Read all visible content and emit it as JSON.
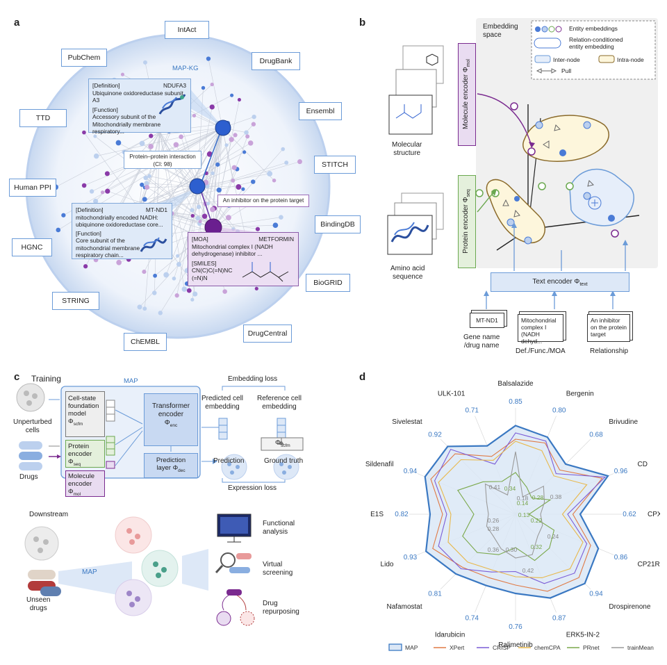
{
  "panels": {
    "a": "a",
    "b": "b",
    "c": "c",
    "d": "d"
  },
  "panel_a": {
    "center_label": "MAP-KG",
    "databases": [
      "IntAct",
      "PubChem",
      "DrugBank",
      "Ensembl",
      "TTD",
      "STITCH",
      "Human PPI",
      "BindingDB",
      "HGNC",
      "BioGRID",
      "STRING",
      "ChEMBL",
      "DrugCentral"
    ],
    "box1": {
      "tag": "NDUFA3",
      "line1": "[Definition]",
      "line2": "Ubiquinone oxidoreductase subunit A3",
      "line3": "[Function]",
      "line4": "Accessory subunit of the",
      "line5": "Mitochondrially membrane",
      "line6": "respiratory..."
    },
    "ppi": {
      "line1": "Protein–protein interaction",
      "line2": "(CI: 98)"
    },
    "inhibitor": "An inhibitor on the protein target",
    "box2": {
      "tag": "MT-ND1",
      "line1": "[Definition]",
      "line2": "mitochondrially encoded NADH:",
      "line3": "ubiquinone oxidoreductase core...",
      "line4": "[Function]",
      "line5": "Core subunit of the",
      "line6": "mitochondrial membrane",
      "line7": "respiratory chain..."
    },
    "box3": {
      "tag": "METFORMIN",
      "line1": "[MOA]",
      "line2": "Mitochondrial complex I (NADH",
      "line3": "dehydrogenase) inhibitor ...",
      "line4": "[SMILES]",
      "line5": "CN(C)C(=N)NC",
      "line6": "(=N)N"
    }
  },
  "panel_b": {
    "embedding_space": "Embedding\nspace",
    "legend": {
      "entity": "Entity embeddings",
      "relation": "Relation-conditioned\nentity embedding",
      "inter": "Inter-node",
      "intra": "Intra-node",
      "pull": "Pull"
    },
    "mol_encoder": "Molecule encoder Φ",
    "mol_sub": "mol",
    "prot_encoder": "Protein encoder Φ",
    "prot_sub": "seq",
    "text_encoder": "Text encoder Φ",
    "text_sub": "text",
    "mol_struct": "Molecular\nstructure",
    "aa_seq": "Amino acid\nsequence",
    "card1": "MT-ND1",
    "card2": "Mitochondrial complex I (NADH dehyd...",
    "card3": "An inhibitor on the protein target",
    "cap1": "Gene name\n/drug name",
    "cap2": "Def./Func./MOA",
    "cap3": "Relationship"
  },
  "panel_c": {
    "training": "Training",
    "map": "MAP",
    "embedding_loss": "Embedding loss",
    "expression_loss": "Expression loss",
    "unperturbed": "Unperturbed\ncells",
    "drugs": "Drugs",
    "cellstate": "Cell-state\nfoundation\nmodel",
    "cellstate_phi": "Φ",
    "cellstate_sub": "scfm",
    "protein_enc": "Protein\nencoder",
    "protein_phi": "Φ",
    "protein_sub": "seq",
    "molecule_enc": "Molecule\nencoder",
    "molecule_phi": "Φ",
    "molecule_sub": "mol",
    "transformer": "Transformer\nencoder",
    "transformer_phi": "Φ",
    "transformer_sub": "enc",
    "prediction_layer": "Prediction\nlayer Φ",
    "prediction_sub": "dec",
    "pred_cell": "Predicted cell\nembedding",
    "ref_cell": "Reference cell\nembedding",
    "scfm": "Φ",
    "scfm_sub": "scfm",
    "prediction": "Prediction",
    "ground_truth": "Ground truth",
    "downstream": "Downstream",
    "unseen": "Unseen\ndrugs",
    "map_arrow": "MAP",
    "functional": "Functional\nanalysis",
    "virtual": "Virtual\nscreening",
    "repurposing": "Drug\nrepurposing"
  },
  "chart_data": {
    "type": "radar",
    "categories": [
      "Balsalazide",
      "Bergenin",
      "Brivudine",
      "CD",
      "CPX",
      "CP21R7",
      "Drospirenone",
      "ERK5-IN-2",
      "Ralimetinib",
      "Idarubicin",
      "Nafamostat",
      "Lido",
      "E1S",
      "Sildenafil",
      "Sivelestat",
      "ULK-101"
    ],
    "value_labels_map": {
      "Balsalazide": "0.85",
      "Bergenin": "0.80",
      "Brivudine": "0.68",
      "CD": "0.96",
      "CPX": "0.62",
      "CP21R7": "0.86",
      "Drospirenone": "0.94",
      "ERK5-IN-2": "0.87",
      "Ralimetinib": "0.76",
      "Idarubicin": "0.74",
      "Nafamostat": "0.81",
      "Lido": "0.93",
      "E1S": "0.82",
      "Sildenafil": "0.94",
      "Sivelestat": "0.92",
      "ULK-101": "0.71"
    },
    "inner_labels": [
      {
        "text": "0.41",
        "c": "#888888"
      },
      {
        "text": "0.34",
        "c": "#76a34a"
      },
      {
        "text": "0.18",
        "c": "#888888"
      },
      {
        "text": "0.14",
        "c": "#76a34a"
      },
      {
        "text": "0.28",
        "c": "#76a34a"
      },
      {
        "text": "0.38",
        "c": "#888888"
      },
      {
        "text": "0.22",
        "c": "#76a34a"
      },
      {
        "text": "0.13",
        "c": "#76a34a"
      },
      {
        "text": "0.24",
        "c": "#888888"
      },
      {
        "text": "0.26",
        "c": "#888888"
      },
      {
        "text": "0.28",
        "c": "#888888"
      },
      {
        "text": "0.32",
        "c": "#76a34a"
      },
      {
        "text": "0.36",
        "c": "#888888"
      },
      {
        "text": "0.30",
        "c": "#888888"
      },
      {
        "text": "0.42",
        "c": "#888888"
      }
    ],
    "series": [
      {
        "name": "MAP",
        "color": "#3a78c2",
        "values": [
          0.85,
          0.8,
          0.68,
          0.96,
          0.62,
          0.86,
          0.94,
          0.87,
          0.76,
          0.74,
          0.81,
          0.93,
          0.82,
          0.94,
          0.92,
          0.71
        ]
      },
      {
        "name": "XPert",
        "color": "#e07a45",
        "values": [
          0.72,
          0.74,
          0.6,
          0.9,
          0.55,
          0.78,
          0.86,
          0.8,
          0.68,
          0.66,
          0.72,
          0.86,
          0.7,
          0.88,
          0.82,
          0.6
        ]
      },
      {
        "name": "CRISP",
        "color": "#7a5bd6",
        "values": [
          0.78,
          0.76,
          0.55,
          0.93,
          0.5,
          0.74,
          0.8,
          0.72,
          0.55,
          0.6,
          0.74,
          0.8,
          0.66,
          0.84,
          0.88,
          0.52
        ]
      },
      {
        "name": "chemCPA",
        "color": "#e8b84a",
        "values": [
          0.7,
          0.66,
          0.52,
          0.74,
          0.45,
          0.7,
          0.74,
          0.66,
          0.6,
          0.58,
          0.65,
          0.7,
          0.62,
          0.8,
          0.74,
          0.56
        ]
      },
      {
        "name": "PRnet",
        "color": "#7aa84a",
        "values": [
          0.4,
          0.28,
          0.22,
          0.36,
          0.13,
          0.4,
          0.46,
          0.48,
          0.32,
          0.42,
          0.52,
          0.55,
          0.4,
          0.6,
          0.44,
          0.34
        ]
      },
      {
        "name": "trainMean",
        "color": "#9a9a9a",
        "values": [
          0.6,
          0.18,
          0.38,
          0.3,
          0.24,
          0.28,
          0.3,
          0.42,
          0.42,
          0.36,
          0.3,
          0.3,
          0.26,
          0.3,
          0.41,
          0.2
        ]
      }
    ],
    "rmax": 1.0
  }
}
